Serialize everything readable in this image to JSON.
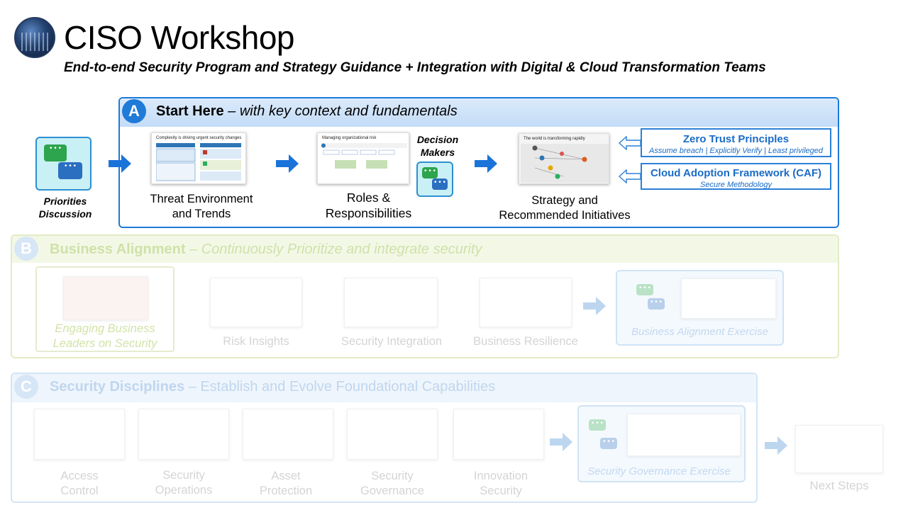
{
  "header": {
    "title": "CISO Workshop",
    "subtitle": "End-to-end Security Program and Strategy Guidance + Integration with Digital & Cloud Transformation Teams"
  },
  "section_a": {
    "letter": "A",
    "title": "Start Here",
    "tagline": " – with key context and fundamentals",
    "priorities": "Priorities Discussion",
    "priorities_l1": "Priorities",
    "priorities_l2": "Discussion",
    "threat_l1": "Threat Environment",
    "threat_l2": "and Trends",
    "threat_thumb_title": "Complexity is driving urgent security changes",
    "roles_l1": "Roles &",
    "roles_l2": "Responsibilities",
    "roles_thumb_title": "Managing organizational risk",
    "decision_l1": "Decision",
    "decision_l2": "Makers",
    "strategy_l1": "Strategy and",
    "strategy_l2": "Recommended Initiatives",
    "strategy_thumb_title": "The world is transforming rapidly",
    "zero_trust": {
      "title": "Zero Trust Principles",
      "sub": "Assume breach | Explicitly Verify | Least privileged"
    },
    "caf": {
      "title": "Cloud Adoption Framework (CAF)",
      "sub": "Secure Methodology"
    }
  },
  "section_b": {
    "letter": "B",
    "title": "Business Alignment",
    "tagline": " – Continuously Prioritize and integrate security",
    "engaging_l1": "Engaging Business",
    "engaging_l2": "Leaders on Security",
    "risk": "Risk Insights",
    "integration": "Security Integration",
    "resilience": "Business Resilience",
    "exercise": "Business Alignment Exercise"
  },
  "section_c": {
    "letter": "C",
    "title": "Security Disciplines",
    "tagline": " – Establish and Evolve Foundational Capabilities",
    "access_l1": "Access",
    "access_l2": "Control",
    "ops_l1": "Security",
    "ops_l2": "Operations",
    "asset_l1": "Asset",
    "asset_l2": "Protection",
    "gov_l1": "Security",
    "gov_l2": "Governance",
    "innov_l1": "Innovation",
    "innov_l2": "Security",
    "exercise": "Security Governance Exercise"
  },
  "next_steps": "Next Steps",
  "colors": {
    "accent_blue": "#1f7ad8",
    "chat_green": "#2da44e",
    "chat_blue": "#2b6fc0",
    "section_b_green": "#cfe1a9",
    "section_c_blue": "#c0d6ee"
  },
  "icons": [
    "chat-bubbles-icon",
    "right-arrow-icon",
    "left-arrow-icon"
  ]
}
